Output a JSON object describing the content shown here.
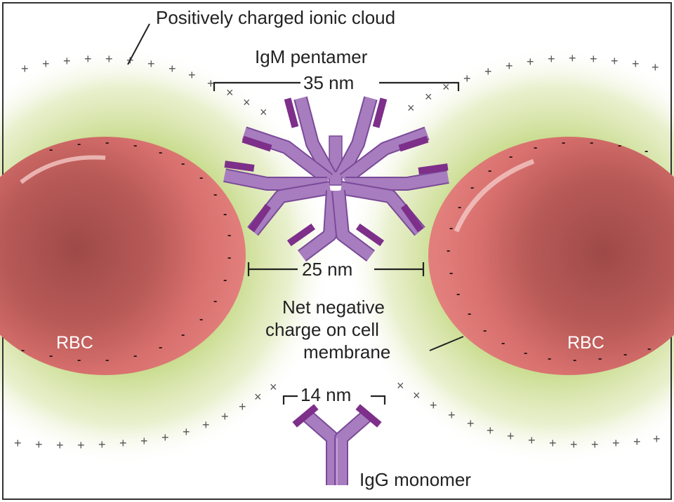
{
  "labels": {
    "ionic_cloud": "Positively charged ionic cloud",
    "igm": "IgM pentamer",
    "dim_35": "35 nm",
    "dim_25": "25 nm",
    "dim_14": "14 nm",
    "net_neg_1": "Net negative",
    "net_neg_2": "charge on cell",
    "net_neg_3": "membrane",
    "rbc_left": "RBC",
    "rbc_right": "RBC",
    "igg": "IgG monomer"
  },
  "symbols": {
    "plus": "+",
    "minus": "-",
    "cross": "×"
  },
  "colors": {
    "rbc_fill": "#e07a78",
    "rbc_core": "#9e4a48",
    "cloud": "#c9dc8e",
    "antibody_fill": "#a77dbf",
    "antibody_edge": "#7a4a98",
    "antibody_light": "#7d2f8a"
  }
}
